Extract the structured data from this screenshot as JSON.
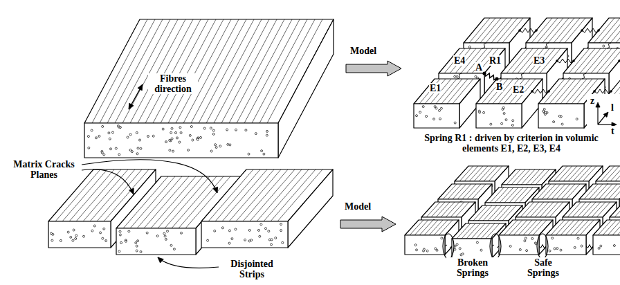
{
  "diagram": {
    "labels": [
      "Fibres direction",
      "Model",
      "E4",
      "A",
      "R1",
      "E3",
      "E1",
      "B",
      "E2",
      "Spring R1 : driven by criterion in volumic elements E1, E2, E3, E4",
      "z",
      "l",
      "t",
      "Matrix Cracks Planes",
      "Model",
      "Disjointed Strips",
      "Broken Springs",
      "Safe Springs"
    ]
  }
}
